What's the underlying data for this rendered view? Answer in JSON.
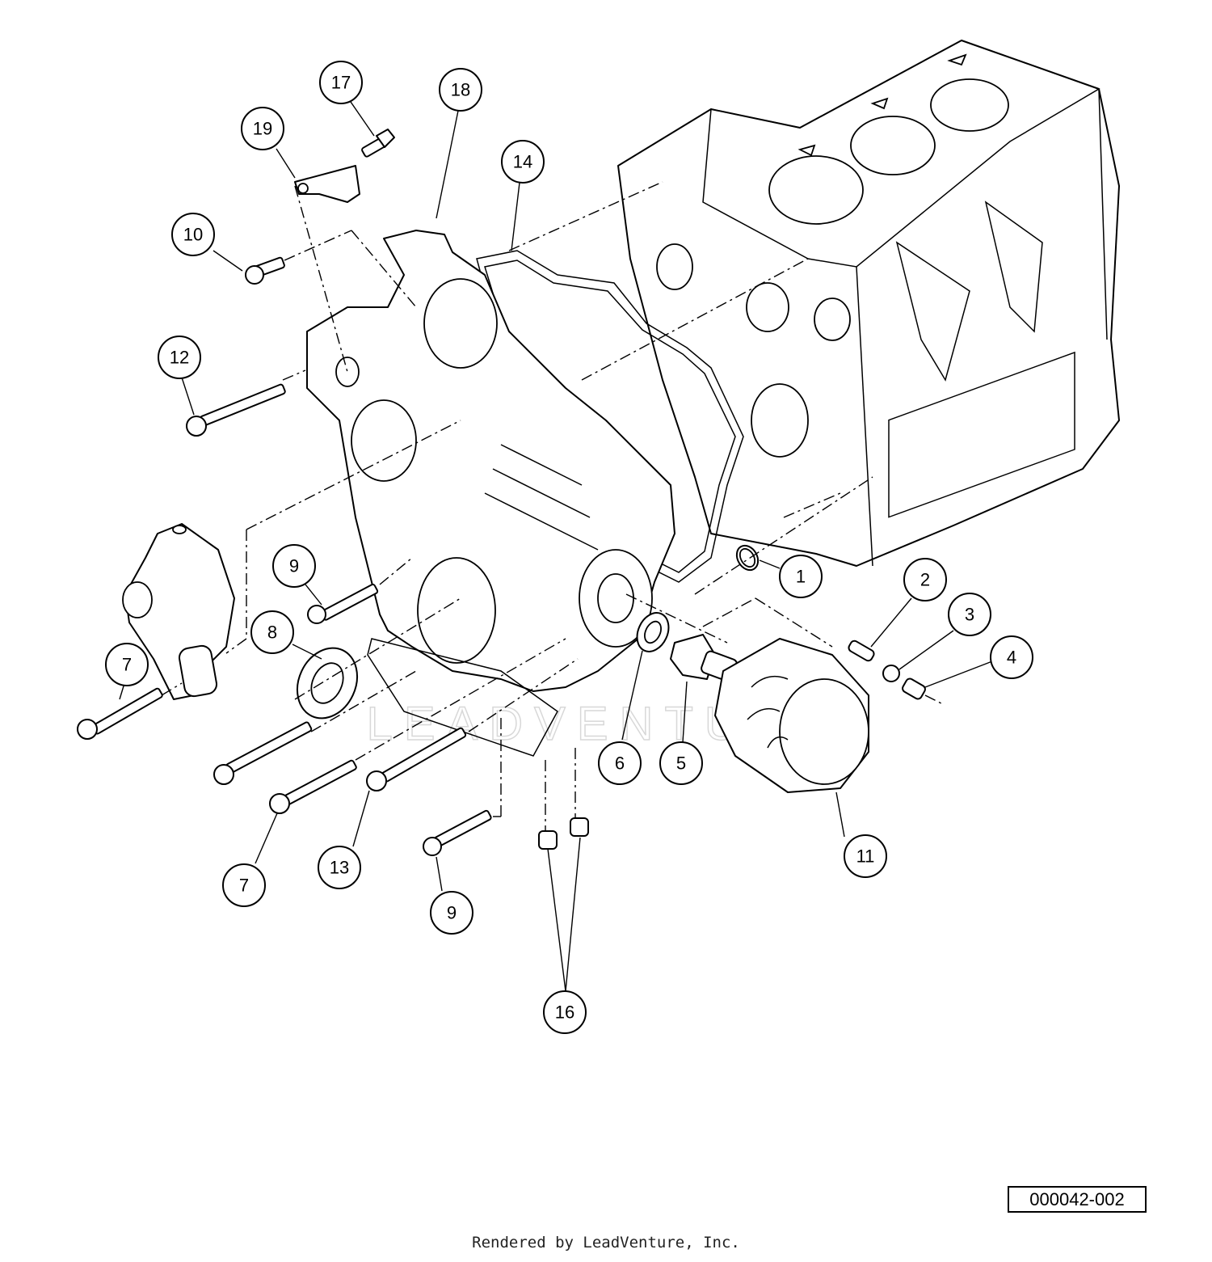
{
  "callouts": [
    {
      "label": "1"
    },
    {
      "label": "2"
    },
    {
      "label": "3"
    },
    {
      "label": "4"
    },
    {
      "label": "5"
    },
    {
      "label": "6"
    },
    {
      "label": "7"
    },
    {
      "label": "7"
    },
    {
      "label": "8"
    },
    {
      "label": "9"
    },
    {
      "label": "9"
    },
    {
      "label": "10"
    },
    {
      "label": "11"
    },
    {
      "label": "12"
    },
    {
      "label": "13"
    },
    {
      "label": "14"
    },
    {
      "label": "16"
    },
    {
      "label": "17"
    },
    {
      "label": "18"
    },
    {
      "label": "19"
    }
  ],
  "watermark": "LEADVENTURE",
  "figure_id": "000042-002",
  "credit": "Rendered by LeadVenture, Inc."
}
